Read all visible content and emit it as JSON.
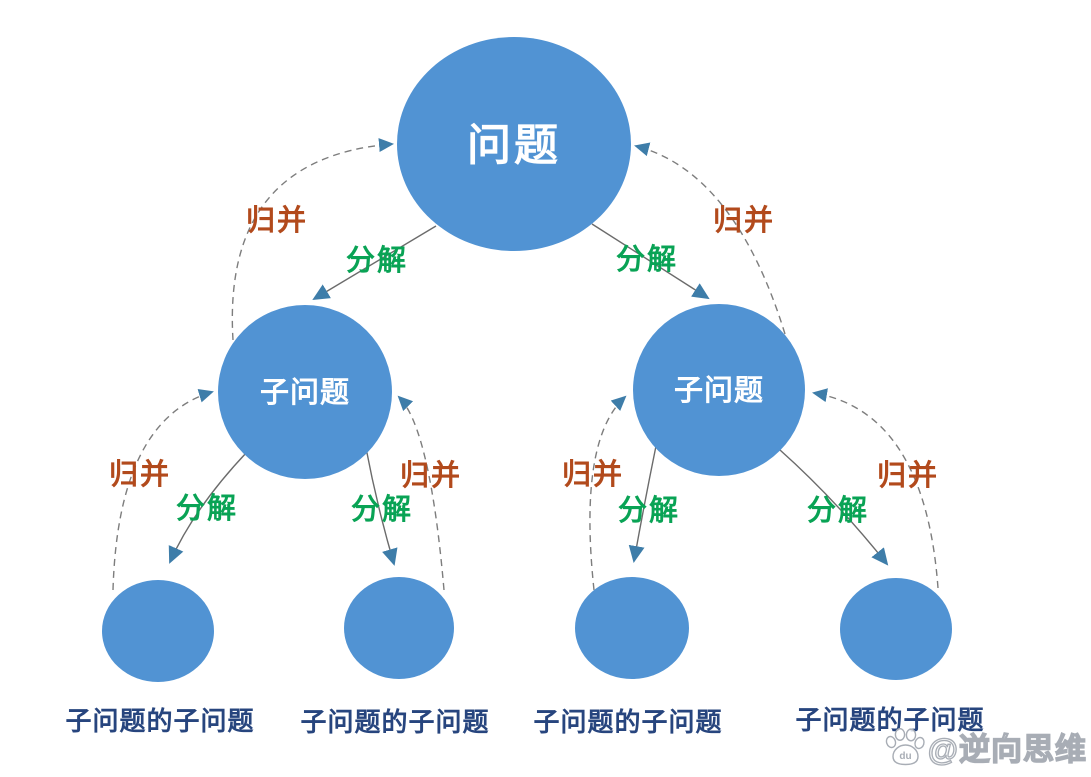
{
  "diagram": {
    "root": {
      "label": "问题"
    },
    "subproblems": [
      {
        "label": "子问题"
      },
      {
        "label": "子问题"
      }
    ],
    "leaves": [
      {
        "caption": "子问题的子问题"
      },
      {
        "caption": "子问题的子问题"
      },
      {
        "caption": "子问题的子问题"
      },
      {
        "caption": "子问题的子问题"
      }
    ],
    "merge_labels": [
      "归并",
      "归并",
      "归并",
      "归并",
      "归并",
      "归并"
    ],
    "decompose_labels": [
      "分解",
      "分解",
      "分解",
      "分解",
      "分解",
      "分解"
    ]
  },
  "colors": {
    "node_fill": "#5193D3",
    "node_text": "#FFFFFF",
    "arrowhead": "#3E7DA9",
    "merge_text": "#B24A1C",
    "decompose_text": "#09A355",
    "caption_text": "#27457E"
  },
  "watermark": {
    "text": "@逆向思维",
    "logo_label": "du"
  }
}
